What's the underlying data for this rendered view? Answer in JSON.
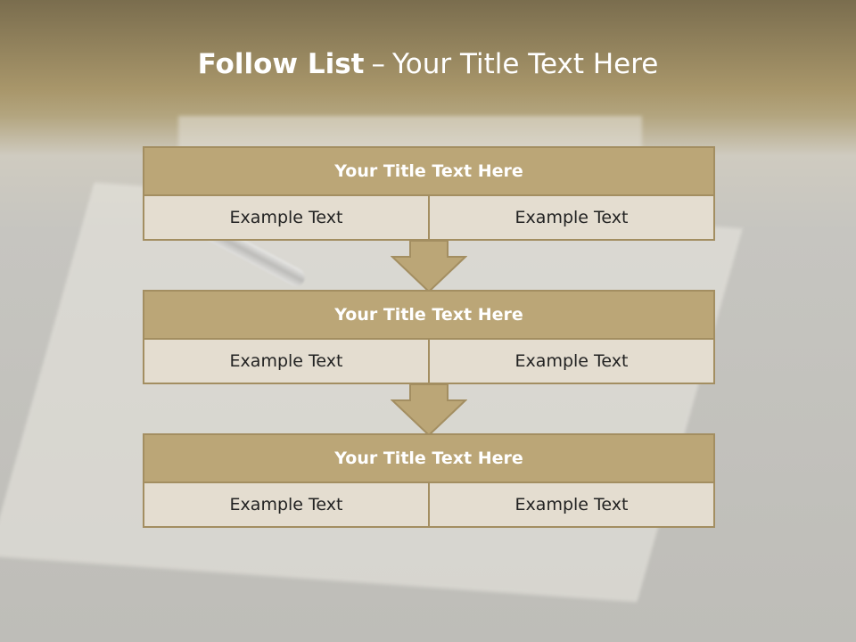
{
  "slide": {
    "title_bold": "Follow List",
    "title_separator": "–",
    "title_rest": "Your Title Text Here"
  },
  "steps": [
    {
      "title": "Your Title Text Here",
      "left": "Example Text",
      "right": "Example Text"
    },
    {
      "title": "Your Title Text Here",
      "left": "Example Text",
      "right": "Example Text"
    },
    {
      "title": "Your Title Text Here",
      "left": "Example Text",
      "right": "Example Text"
    }
  ],
  "colors": {
    "header_fill": "#bba677",
    "border": "#a38e61",
    "cell_fill": "#e4ddd0"
  }
}
